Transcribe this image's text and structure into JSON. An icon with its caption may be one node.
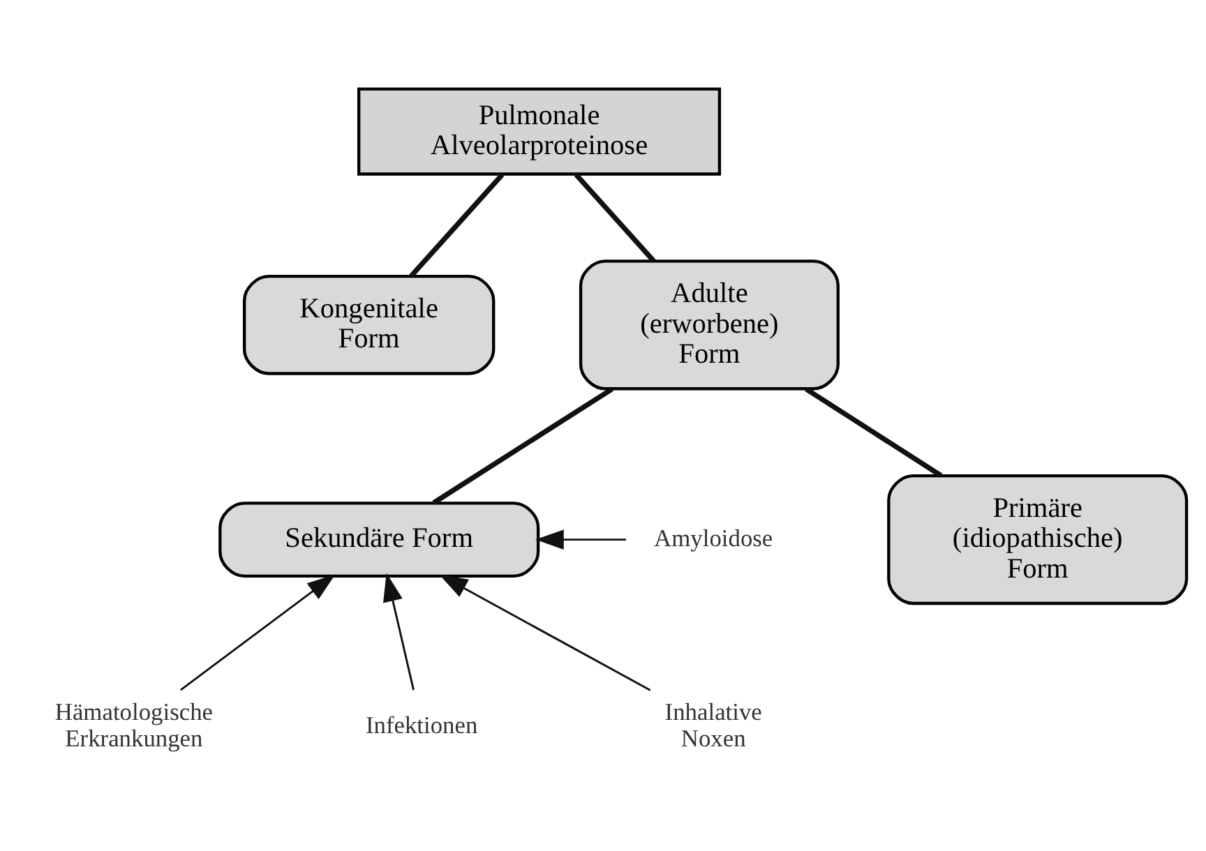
{
  "diagram": {
    "nodes": [
      {
        "text": [
          "Pulmonale Alveolarproteinose"
        ]
      },
      {
        "text": [
          "Kongenitale Form"
        ]
      },
      {
        "text": [
          "Adulte (erworbene) Form"
        ]
      },
      {
        "text": [
          "Primäre (idiopathische) Form"
        ]
      },
      {
        "text": [
          "Sekundäre Form"
        ]
      },
      {
        "text": [
          "Amyloidose"
        ]
      },
      {
        "text": [
          "Inhalative Noxen"
        ]
      },
      {
        "text": [
          "Infektionen"
        ]
      },
      {
        "text": [
          "Hämatologische Erkrankungen"
        ]
      }
    ],
    "edges": [
      {
        "from": 0,
        "to": 1,
        "arrow": "none",
        "style": "thick"
      },
      {
        "from": 0,
        "to": 2,
        "arrow": "none",
        "style": "thick"
      },
      {
        "from": 2,
        "to": 3,
        "arrow": "none",
        "style": "thick"
      },
      {
        "from": 2,
        "to": 4,
        "arrow": "none",
        "style": "thick"
      },
      {
        "from": 5,
        "to": 4,
        "arrow": "to"
      },
      {
        "from": 6,
        "to": 4,
        "arrow": "to"
      },
      {
        "from": 7,
        "to": 4,
        "arrow": "to"
      },
      {
        "from": 8,
        "to": 4,
        "arrow": "to"
      }
    ]
  }
}
